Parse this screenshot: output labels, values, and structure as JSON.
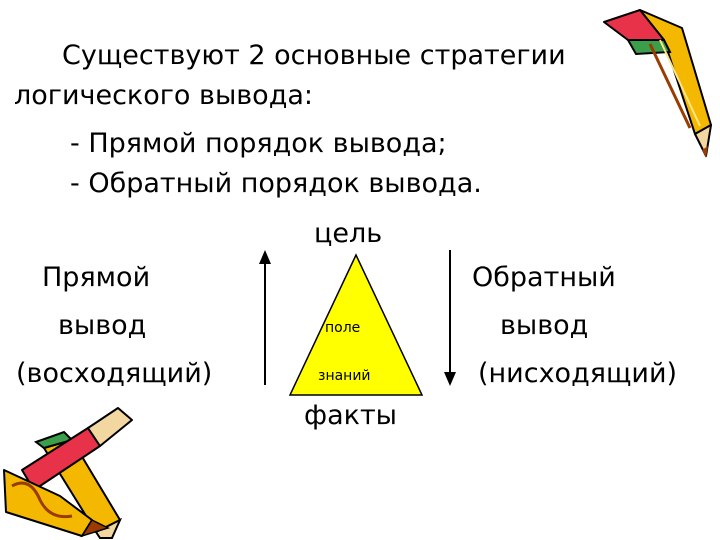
{
  "slide": {
    "intro_line1": "Существуют 2 основные стратегии",
    "intro_line2": "логического вывода:",
    "bullet1": "- Прямой порядок вывода;",
    "bullet2": "- Обратный порядок вывода.",
    "diagram": {
      "top_label": "цель",
      "bottom_label": "факты",
      "inner_line1": "поле",
      "inner_line2": "знаний",
      "left_line1": "Прямой",
      "left_line2": "вывод",
      "left_line3": "(восходящий)",
      "right_line1": "Обратный",
      "right_line2": "вывод",
      "right_line3": "(нисходящий)"
    },
    "colors": {
      "triangle_fill": "#FFFF00",
      "pencil_body": "#F5B800",
      "pencil_dark": "#9A3C00",
      "eraser": "#E8324A",
      "eraser_band": "#3A9E4A"
    },
    "icons": [
      "pencil-icon",
      "pencils-icon"
    ]
  }
}
